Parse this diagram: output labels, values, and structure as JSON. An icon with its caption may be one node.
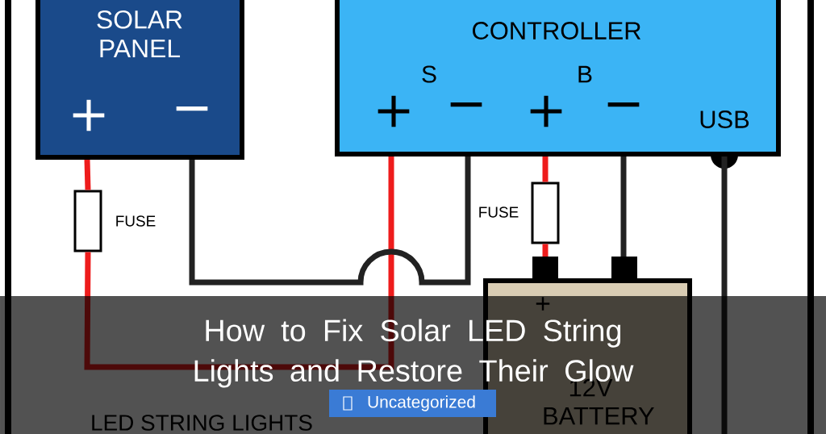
{
  "diagram": {
    "title": "How to Fix Solar LED String Lights and Restore Their Glow",
    "nodes": [
      {
        "text": [
          "SOLAR PANEL",
          "+",
          "−"
        ]
      },
      {
        "text": [
          "CONTROLLER",
          "S",
          "B",
          "+",
          "−",
          "+",
          "−",
          "USB"
        ]
      },
      {
        "text": [],
        "shape": "box",
        "beside": [
          "FUSE"
        ]
      },
      {
        "text": [],
        "shape": "box",
        "beside": [
          "FUSE"
        ]
      },
      {
        "text": [
          "+",
          "12V BATTERY"
        ]
      }
    ],
    "edges": [
      {
        "from": 0,
        "to": 2,
        "arrow": "none",
        "color": "#ee1c1c"
      },
      {
        "from": 2,
        "to": 1,
        "arrow": "none",
        "color": "#ee1c1c"
      },
      {
        "from": 0,
        "to": 1,
        "arrow": "none",
        "color": "#222222"
      },
      {
        "from": 1,
        "to": 3,
        "arrow": "none",
        "color": "#ee1c1c"
      },
      {
        "from": 3,
        "to": 4,
        "arrow": "none",
        "color": "#ee1c1c"
      },
      {
        "from": 1,
        "to": 4,
        "arrow": "none",
        "color": "#222222"
      },
      {
        "from": 1,
        "to": null,
        "arrow": "none",
        "color": "#222222"
      }
    ],
    "labels": [
      "Uncategorized",
      "LED STRING LIGHTS"
    ]
  }
}
